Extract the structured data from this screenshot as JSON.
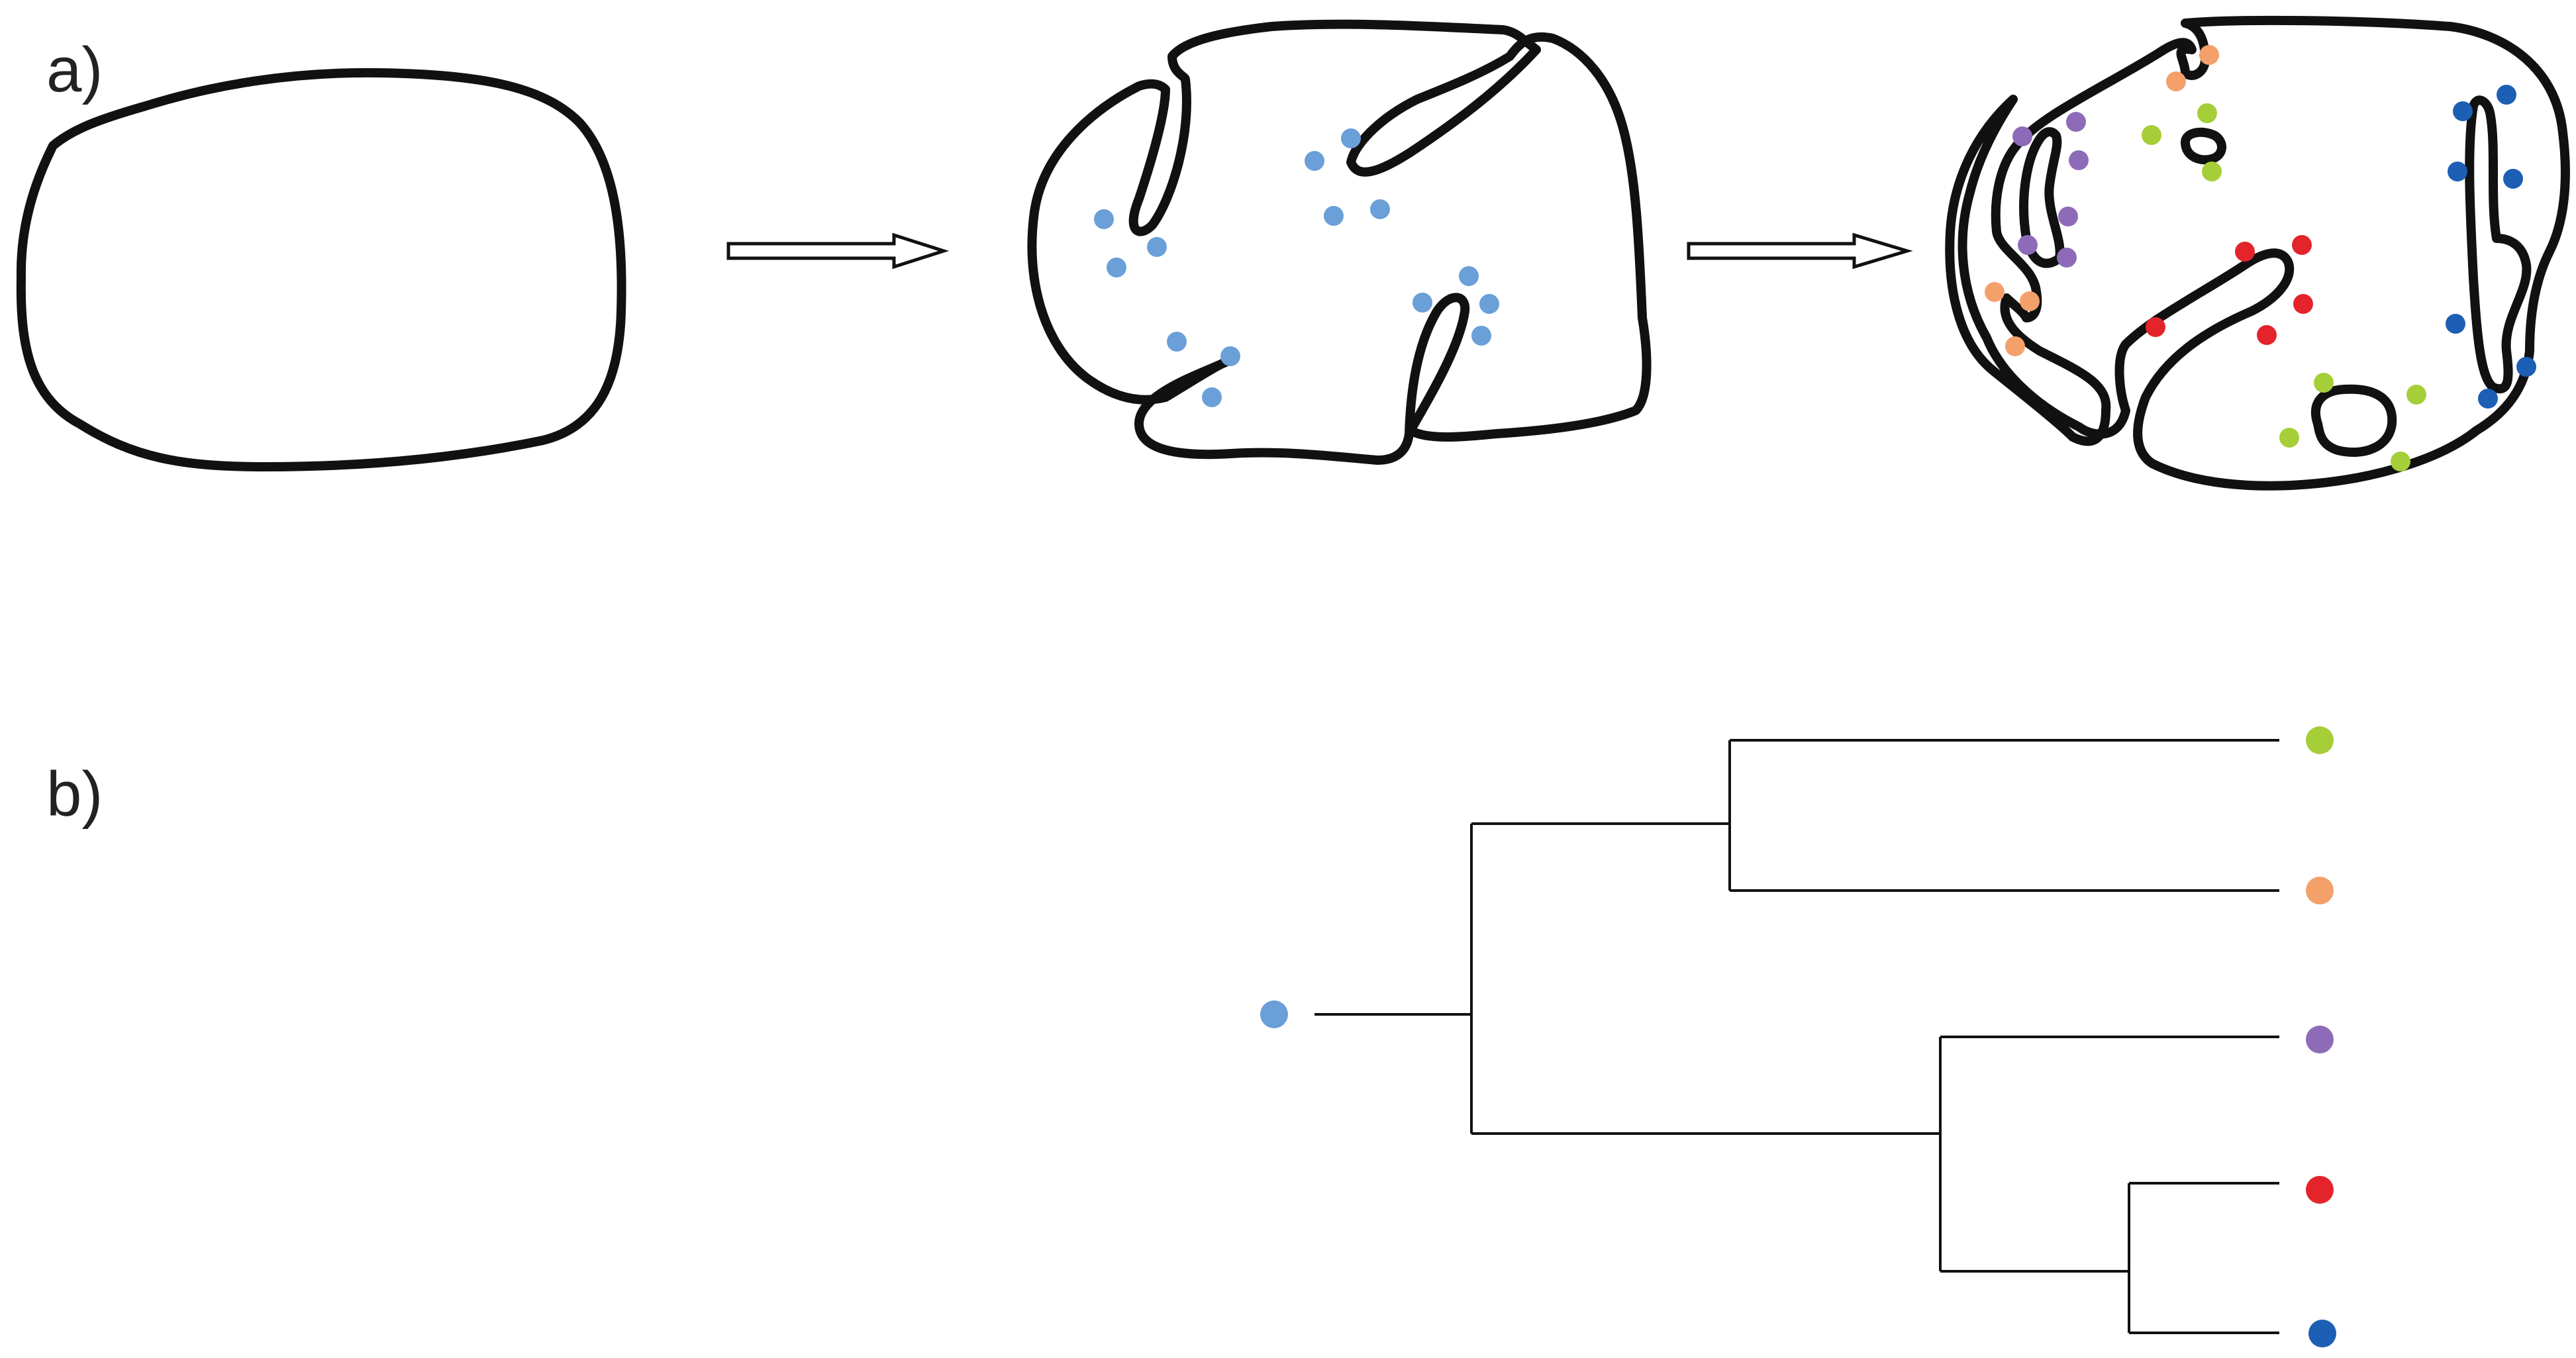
{
  "panels": {
    "a": {
      "label": "a)"
    },
    "b": {
      "label": "b)"
    }
  },
  "colors": {
    "outline": "#111111",
    "lightblue": "#6a9fd8",
    "lime": "#a6ce39",
    "orange": "#f4a06b",
    "purple": "#8e6bb8",
    "red": "#e3242b",
    "darkblue": "#1c5fb4"
  },
  "panel_a": {
    "stages": [
      {
        "name": "smooth-shape",
        "dot_color_keys": []
      },
      {
        "name": "shape-with-first-invaginations",
        "dot_color_keys": [
          "lightblue"
        ]
      },
      {
        "name": "shape-with-diversified-invaginations",
        "dot_color_keys": [
          "orange",
          "purple",
          "lime",
          "darkblue",
          "red"
        ]
      }
    ]
  },
  "panel_b": {
    "tree": {
      "root_color": "lightblue",
      "leaves_top_to_bottom": [
        "lime",
        "orange",
        "purple",
        "red",
        "darkblue"
      ]
    }
  }
}
